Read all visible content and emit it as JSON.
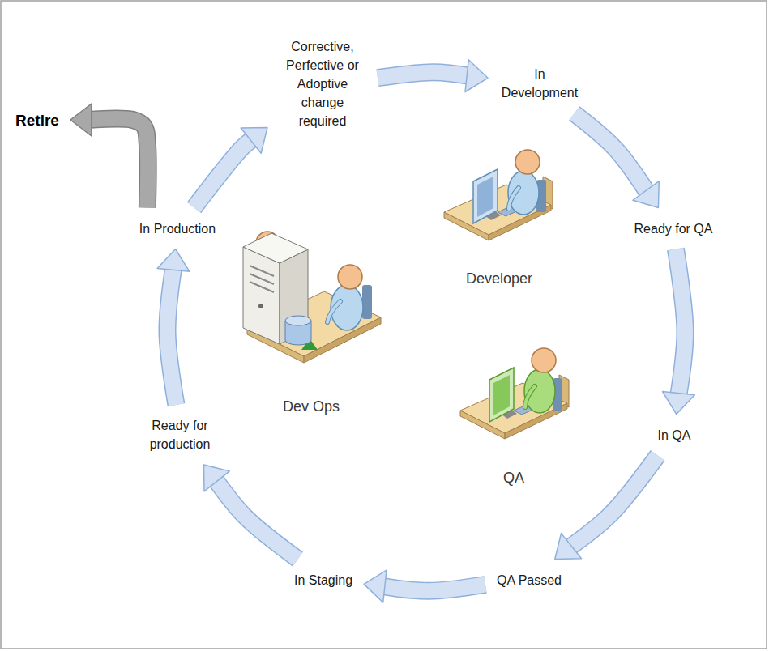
{
  "diagram": {
    "nodes": [
      {
        "text": [
          "Corrective, Perfective or Adoptive change required"
        ]
      },
      {
        "text": [
          "In Development"
        ]
      },
      {
        "text": [
          "Ready for QA"
        ]
      },
      {
        "text": [
          "In QA"
        ]
      },
      {
        "text": [
          "QA Passed"
        ]
      },
      {
        "text": [
          "In Staging"
        ]
      },
      {
        "text": [
          "Ready for production"
        ]
      },
      {
        "text": [
          "In Production"
        ]
      },
      {
        "text": [
          "Retire"
        ]
      }
    ],
    "edges": [
      {
        "from": 0,
        "to": 1,
        "arrow": "to"
      },
      {
        "from": 1,
        "to": 2,
        "arrow": "to"
      },
      {
        "from": 2,
        "to": 3,
        "arrow": "to"
      },
      {
        "from": 3,
        "to": 4,
        "arrow": "to"
      },
      {
        "from": 4,
        "to": 5,
        "arrow": "to"
      },
      {
        "from": 5,
        "to": 6,
        "arrow": "to"
      },
      {
        "from": 6,
        "to": 7,
        "arrow": "to"
      },
      {
        "from": 7,
        "to": 0,
        "arrow": "to"
      },
      {
        "from": 7,
        "to": 8,
        "arrow": "to"
      }
    ],
    "labels": [
      "Developer",
      "QA",
      "Dev Ops"
    ]
  }
}
